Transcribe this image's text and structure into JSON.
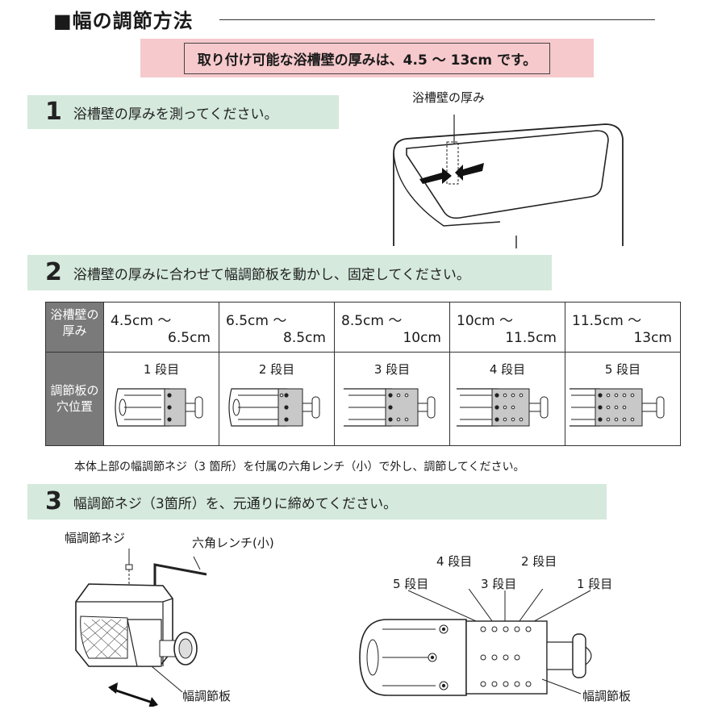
{
  "header": {
    "title": "■幅の調節方法",
    "note": "取り付け可能な浴槽壁の厚みは、4.5 ～ 13cm です。"
  },
  "step1": {
    "number": "1",
    "text": "浴槽壁の厚みを測ってください。",
    "figure_label": "浴槽壁の厚み"
  },
  "step2": {
    "number": "2",
    "text": "浴槽壁の厚みに合わせて幅調節板を動かし、固定してください。",
    "table": {
      "row1_header": "浴槽壁の厚み",
      "row2_header": "調節板の穴位置",
      "columns": [
        {
          "from": "4.5cm ～",
          "to": "6.5cm",
          "stage": "1 段目"
        },
        {
          "from": "6.5cm ～",
          "to": "8.5cm",
          "stage": "2 段目"
        },
        {
          "from": "8.5cm ～",
          "to": "10cm",
          "stage": "3 段目"
        },
        {
          "from": "10cm ～",
          "to": "11.5cm",
          "stage": "4 段目"
        },
        {
          "from": "11.5cm ～",
          "to": "13cm",
          "stage": "5 段目"
        }
      ]
    },
    "footnote": "本体上部の幅調節ネジ（3 箇所）を付属の六角レンチ（小）で外し、調節してください。"
  },
  "step3": {
    "number": "3",
    "text": "幅調節ネジ（3箇所）を、元通りに締めてください。",
    "labels": {
      "screw": "幅調節ネジ",
      "wrench": "六角レンチ(小)",
      "plate_left": "幅調節板",
      "plate_right": "幅調節板",
      "stage4": "4 段目",
      "stage2": "2 段目",
      "stage5": "5 段目",
      "stage3": "3 段目",
      "stage1": "1 段目"
    }
  },
  "colors": {
    "step_bar": "#d5e9dd",
    "note_bg": "#f6c9cc",
    "table_header": "#7a7a7a",
    "plate_fill": "#c8c8c8"
  }
}
